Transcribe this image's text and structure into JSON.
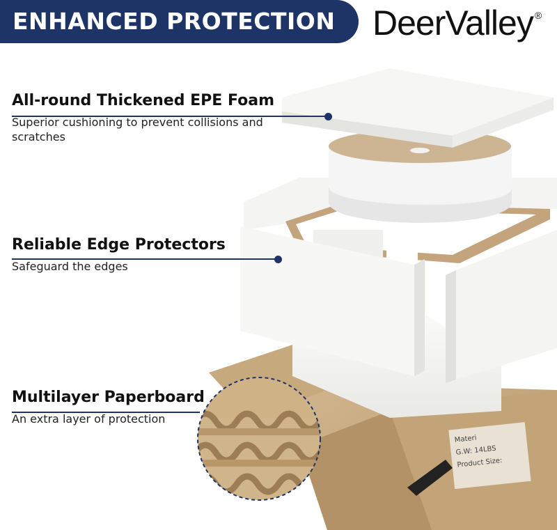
{
  "banner": {
    "title": "ENHANCED PROTECTION"
  },
  "brand": {
    "name": "DeerValley",
    "mark": "®"
  },
  "features": [
    {
      "title": "All-round Thickened EPE Foam",
      "desc": "Superior cushioning to prevent collisions and scratches"
    },
    {
      "title": "Reliable Edge Protectors",
      "desc": "Safeguard the edges"
    },
    {
      "title": "Multilayer Paperboard",
      "desc": "An extra layer of protection"
    }
  ],
  "box_label": {
    "line1": "Materi",
    "line2": "G.W: 14LBS",
    "line3": "Product Size:"
  },
  "colors": {
    "navy": "#1e3466",
    "foam": "#f3f3f1",
    "cardboard": "#c9ad86",
    "edge": "#a98b63"
  }
}
